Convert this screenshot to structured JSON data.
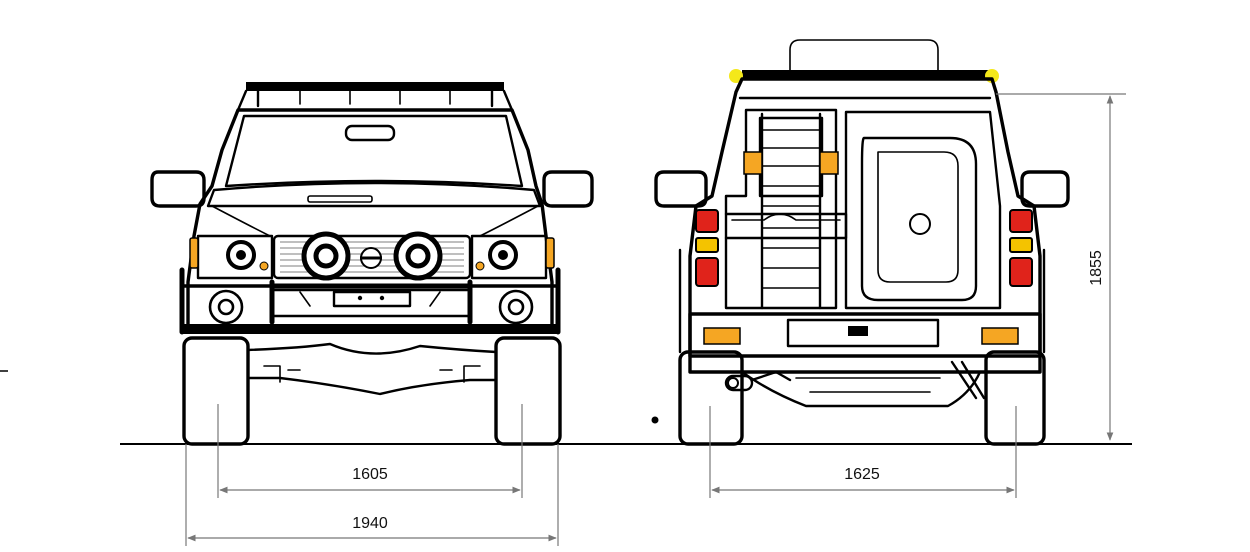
{
  "dimensions": {
    "front_track": "1605",
    "overall_width": "1940",
    "rear_track": "1625",
    "height": "1855"
  },
  "colors": {
    "outline": "#000000",
    "dimension_line": "#777777",
    "amber_lamp": "#f5a623",
    "red_lamp": "#e0231b",
    "marker_yellow": "#f4e81a"
  }
}
